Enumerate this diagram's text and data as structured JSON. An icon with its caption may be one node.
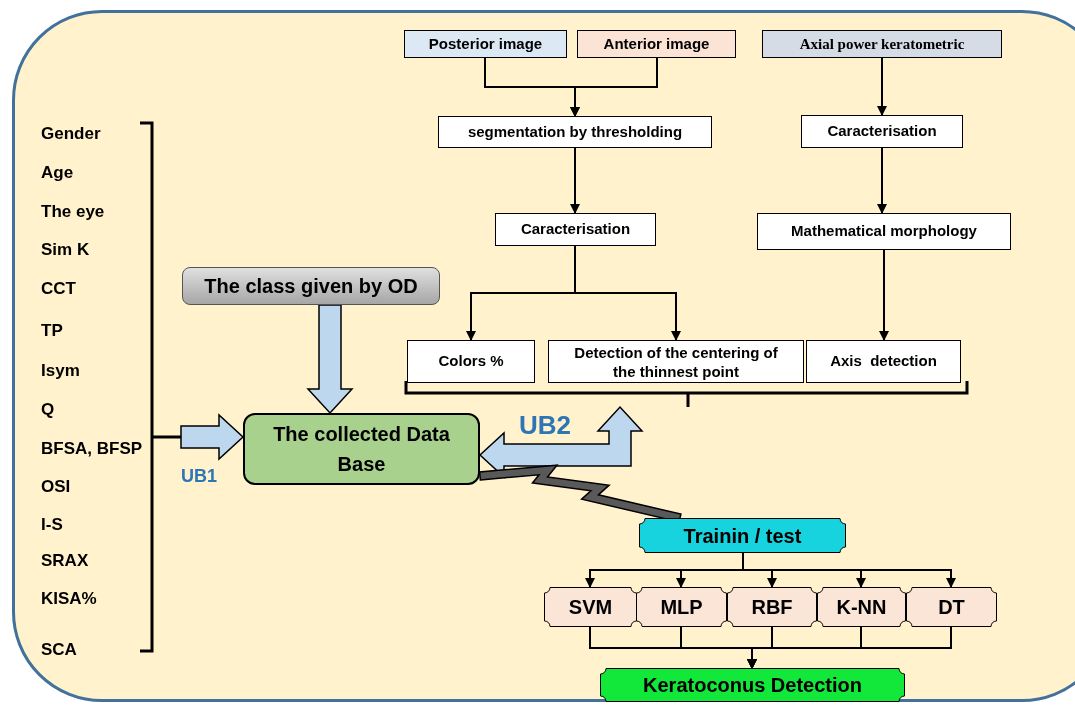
{
  "diagram": {
    "nodes": [
      {
        "text": [
          "Posterior image"
        ]
      },
      {
        "text": [
          "Anterior image"
        ]
      },
      {
        "text": [
          "Axial power keratometric"
        ]
      },
      {
        "text": [
          "segmentation by thresholding"
        ]
      },
      {
        "text": [
          "Caracterisation"
        ]
      },
      {
        "text": [
          "Caracterisation"
        ]
      },
      {
        "text": [
          "Mathematical morphology"
        ]
      },
      {
        "text": [
          "Colors %"
        ]
      },
      {
        "text": [
          "Detection of the centering of the thinnest point"
        ]
      },
      {
        "text": [
          "Axis  detection"
        ]
      },
      {
        "text": [
          "The class given by OD"
        ]
      },
      {
        "text": [
          "The collected Data Base"
        ]
      },
      {
        "text": [
          "Trainin / test"
        ]
      },
      {
        "text": [
          "SVM"
        ]
      },
      {
        "text": [
          "MLP"
        ]
      },
      {
        "text": [
          "RBF"
        ]
      },
      {
        "text": [
          "K-NN"
        ]
      },
      {
        "text": [
          "DT"
        ]
      },
      {
        "text": [
          "Keratoconus Detection"
        ]
      },
      {
        "text": [],
        "shape": "bracket"
      },
      {
        "text": [],
        "shape": "bracket"
      }
    ],
    "edges": [
      {
        "from": 0,
        "to": 3,
        "arrow": "to"
      },
      {
        "from": 1,
        "to": 3,
        "arrow": "to"
      },
      {
        "from": 2,
        "to": 4,
        "arrow": "to"
      },
      {
        "from": 3,
        "to": 5,
        "arrow": "to"
      },
      {
        "from": 4,
        "to": 6,
        "arrow": "to"
      },
      {
        "from": 5,
        "to": 7,
        "arrow": "to"
      },
      {
        "from": 5,
        "to": 8,
        "arrow": "to"
      },
      {
        "from": 6,
        "to": 9,
        "arrow": "to"
      },
      {
        "from": 10,
        "to": 11,
        "arrow": "to",
        "style": "thick",
        "color": "#bdd7ee"
      },
      {
        "from": 19,
        "to": 11,
        "arrow": "to",
        "label": "UB1",
        "style": "thick",
        "color": "#bdd7ee"
      },
      {
        "from": 20,
        "to": 11,
        "arrow": "both",
        "label": "UB2",
        "style": "thick",
        "color": "#bdd7ee"
      },
      {
        "from": 11,
        "to": 12,
        "arrow": "none",
        "style": "thick",
        "color": "#595959"
      },
      {
        "from": 12,
        "to": 13,
        "arrow": "to"
      },
      {
        "from": 12,
        "to": 14,
        "arrow": "to"
      },
      {
        "from": 12,
        "to": 15,
        "arrow": "to"
      },
      {
        "from": 12,
        "to": 16,
        "arrow": "to"
      },
      {
        "from": 12,
        "to": 17,
        "arrow": "to"
      },
      {
        "from": 13,
        "to": 18,
        "arrow": "to"
      },
      {
        "from": 14,
        "to": 18,
        "arrow": "to"
      },
      {
        "from": 15,
        "to": 18,
        "arrow": "to"
      },
      {
        "from": 16,
        "to": 18,
        "arrow": "to"
      },
      {
        "from": 17,
        "to": 18,
        "arrow": "to"
      }
    ],
    "labels": [
      "Gender",
      "Age",
      "The eye",
      "Sim K",
      "CCT",
      "TP",
      "Isym",
      "Q",
      "BFSA, BFSP",
      "OSI",
      "I-S",
      "SRAX",
      "KISA%",
      "SCA"
    ]
  }
}
